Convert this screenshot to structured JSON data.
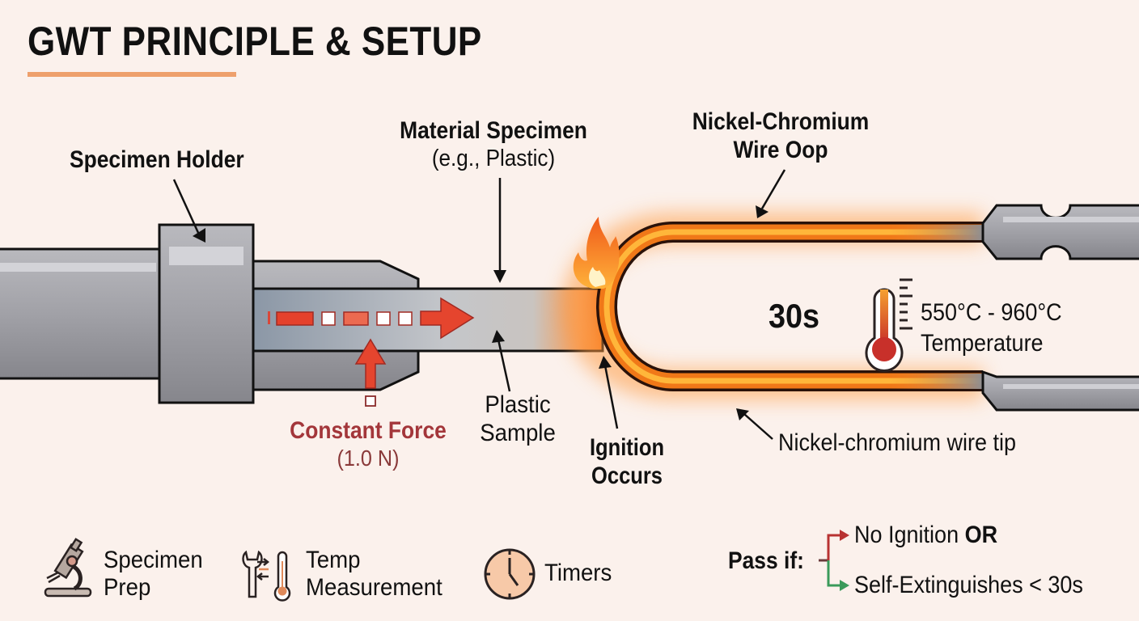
{
  "title": "GWT PRINCIPLE & SETUP",
  "colors": {
    "background": "#fbf1ec",
    "accent_underline": "#eea06c",
    "force_red": "#a3363a",
    "hot_orange": "#f07a1a",
    "pass_red_arrow": "#b83232",
    "pass_green_arrow": "#3a9a5a",
    "metal_gray": "#9a9aa0"
  },
  "labels": {
    "specimen_holder": "Specimen Holder",
    "material_specimen": {
      "line1": "Material Specimen",
      "line2": "(e.g., Plastic)"
    },
    "wire_loop": {
      "line1": "Nickel-Chromium",
      "line2": "Wire Oop"
    },
    "constant_force": {
      "line1": "Constant Force",
      "line2": "(1.0 N)"
    },
    "plastic_sample": {
      "line1": "Plastic",
      "line2": "Sample"
    },
    "ignition": {
      "line1": "Ignition",
      "line2": "Occurs"
    },
    "duration": "30s",
    "temperature": {
      "range": "550°C - 960°C",
      "label": "Temperature"
    },
    "wire_tip": "Nickel-chromium wire tip"
  },
  "icons": {
    "flame": "flame-icon",
    "thermometer": "thermometer-icon",
    "microscope": "microscope-icon",
    "wrench": "wrench-icon",
    "clock": "clock-icon"
  },
  "footer": {
    "items": [
      {
        "icon": "microscope-icon",
        "line1": "Specimen",
        "line2": "Prep"
      },
      {
        "icon": "wrench-thermometer-icon",
        "line1": "Temp",
        "line2": "Measurement"
      },
      {
        "icon": "clock-icon",
        "line1": "Timers",
        "line2": ""
      }
    ],
    "pass": {
      "label": "Pass if:",
      "option1_text": "No Ignition ",
      "option1_bold": "OR",
      "option2_text": "Self-Extinguishes < 30s"
    }
  }
}
